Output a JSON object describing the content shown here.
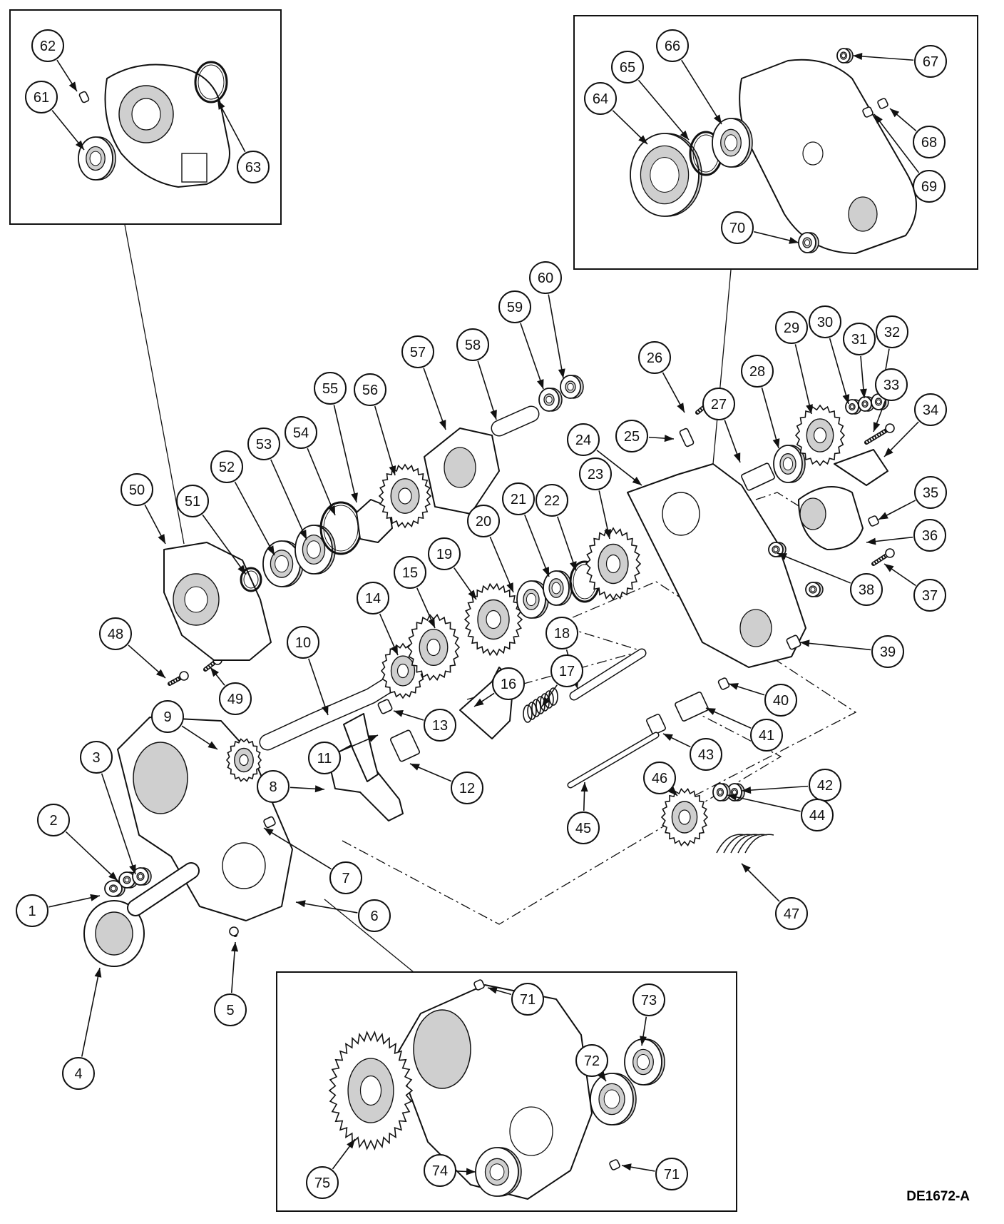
{
  "diagram": {
    "drawing_code": "DE1672-A",
    "callouts": [
      "1",
      "2",
      "3",
      "4",
      "5",
      "6",
      "7",
      "8",
      "9",
      "10",
      "11",
      "12",
      "13",
      "14",
      "15",
      "16",
      "17",
      "18",
      "19",
      "20",
      "21",
      "22",
      "23",
      "24",
      "25",
      "26",
      "27",
      "28",
      "29",
      "30",
      "31",
      "32",
      "33",
      "34",
      "35",
      "36",
      "37",
      "38",
      "39",
      "40",
      "41",
      "42",
      "43",
      "44",
      "45",
      "46",
      "47",
      "48",
      "49",
      "50",
      "51",
      "52",
      "53",
      "54",
      "55",
      "56",
      "57",
      "58",
      "59",
      "60",
      "61",
      "62",
      "63",
      "64",
      "65",
      "66",
      "67",
      "68",
      "69",
      "70",
      "71",
      "71",
      "72",
      "73",
      "74",
      "75"
    ]
  },
  "colors": {
    "line": "#111111",
    "shade": "#cfcfcf",
    "background": "#ffffff"
  }
}
